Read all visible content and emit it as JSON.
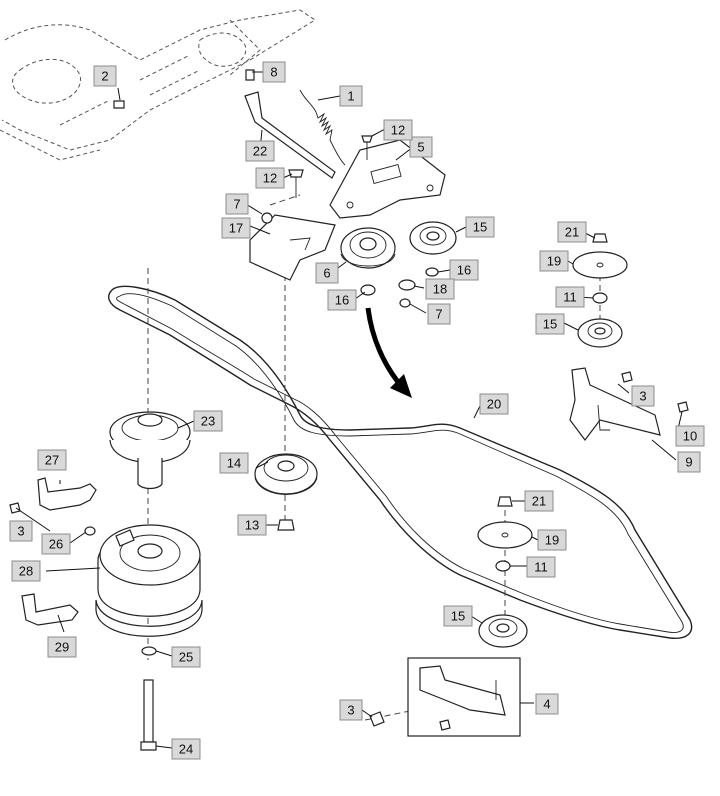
{
  "diagram": {
    "callouts": [
      {
        "id": "c1",
        "label": "1"
      },
      {
        "id": "c2",
        "label": "2"
      },
      {
        "id": "c3a",
        "label": "3"
      },
      {
        "id": "c3b",
        "label": "3"
      },
      {
        "id": "c3c",
        "label": "3"
      },
      {
        "id": "c4",
        "label": "4"
      },
      {
        "id": "c5",
        "label": "5"
      },
      {
        "id": "c6",
        "label": "6"
      },
      {
        "id": "c7a",
        "label": "7"
      },
      {
        "id": "c7b",
        "label": "7"
      },
      {
        "id": "c8",
        "label": "8"
      },
      {
        "id": "c9",
        "label": "9"
      },
      {
        "id": "c10",
        "label": "10"
      },
      {
        "id": "c11a",
        "label": "11"
      },
      {
        "id": "c11b",
        "label": "11"
      },
      {
        "id": "c12a",
        "label": "12"
      },
      {
        "id": "c12b",
        "label": "12"
      },
      {
        "id": "c13",
        "label": "13"
      },
      {
        "id": "c14",
        "label": "14"
      },
      {
        "id": "c15a",
        "label": "15"
      },
      {
        "id": "c15b",
        "label": "15"
      },
      {
        "id": "c15c",
        "label": "15"
      },
      {
        "id": "c16a",
        "label": "16"
      },
      {
        "id": "c16b",
        "label": "16"
      },
      {
        "id": "c17",
        "label": "17"
      },
      {
        "id": "c18",
        "label": "18"
      },
      {
        "id": "c19a",
        "label": "19"
      },
      {
        "id": "c19b",
        "label": "19"
      },
      {
        "id": "c20",
        "label": "20"
      },
      {
        "id": "c21a",
        "label": "21"
      },
      {
        "id": "c21b",
        "label": "21"
      },
      {
        "id": "c22",
        "label": "22"
      },
      {
        "id": "c23",
        "label": "23"
      },
      {
        "id": "c24",
        "label": "24"
      },
      {
        "id": "c25",
        "label": "25"
      },
      {
        "id": "c26",
        "label": "26"
      },
      {
        "id": "c27",
        "label": "27"
      },
      {
        "id": "c28",
        "label": "28"
      },
      {
        "id": "c29",
        "label": "29"
      }
    ]
  }
}
